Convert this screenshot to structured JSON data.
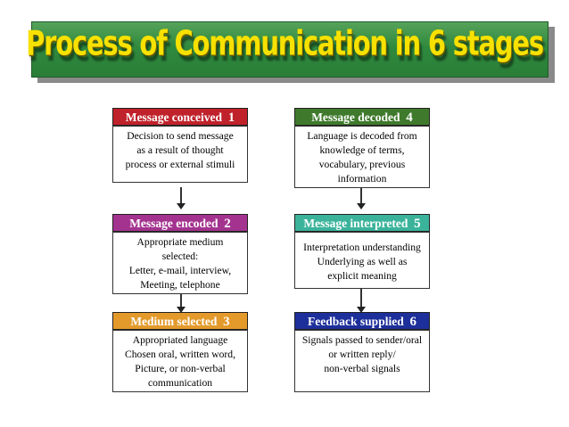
{
  "title": "Process of Communication in 6 stages",
  "stages": [
    {
      "label": "Message conceived",
      "number": "1",
      "color": "#c0222b",
      "text": "Decision to send message\nas a result of thought\nprocess or external stimuli"
    },
    {
      "label": "Message encoded",
      "number": "2",
      "color": "#a3338f",
      "text": "Appropriate medium\nselected:\nLetter, e-mail, interview,\nMeeting, telephone"
    },
    {
      "label": "Medium selected",
      "number": "3",
      "color": "#e39a2b",
      "text": "Appropriated language\nChosen oral, written word,\nPicture, or non-verbal\ncommunication"
    },
    {
      "label": "Message decoded",
      "number": "4",
      "color": "#3f7a2c",
      "text": "Language is decoded from\nknowledge of terms,\nvocabulary, previous\ninformation"
    },
    {
      "label": "Message interpreted",
      "number": "5",
      "color": "#3bb39b",
      "text": "Interpretation understanding\nUnderlying as well as\nexplicit meaning"
    },
    {
      "label": "Feedback supplied",
      "number": "6",
      "color": "#1d2f9a",
      "text": "Signals passed to sender/oral\nor written reply/\nnon-verbal signals"
    }
  ]
}
